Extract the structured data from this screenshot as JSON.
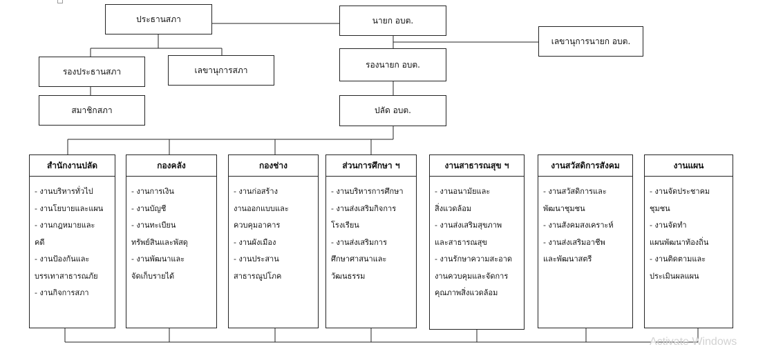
{
  "top": {
    "council_president": "ประธานสภา",
    "mayor": "นายก อบต.",
    "mayor_secretary": "เลขานุการนายก อบต.",
    "vice_council_president": "รองประธานสภา",
    "council_secretary": "เลขานุการสภา",
    "deputy_mayor": "รองนายก อบต.",
    "council_member": "สมาชิกสภา",
    "chief_administrator": "ปลัด อบต."
  },
  "departments": [
    {
      "title": "สำนักงานปลัด",
      "lines": [
        "- งานบริหารทั่วไป",
        "- งานโยบายและแผน",
        "- งานกฎหมายและ",
        "คดี",
        "- งานป้องกันและ",
        "บรรเทาสาธารณภัย",
        "- งานกิจการสภา"
      ]
    },
    {
      "title": "กองคลัง",
      "lines": [
        "- งานการเงิน",
        "- งานบัญชี",
        "- งานทะเบียน",
        "ทรัพย์สินและพัสดุ",
        "- งานพัฒนาและ",
        "จัดเก็บรายได้"
      ]
    },
    {
      "title": "กองช่าง",
      "lines": [
        "- งานก่อสร้าง",
        "งานออกแบบและ",
        "ควบคุมอาคาร",
        "- งานผังเมือง",
        "- งานประสาน",
        "สาธารณูปโภค"
      ]
    },
    {
      "title": "ส่วนการศึกษา ฯ",
      "lines": [
        "- งานบริหารการศึกษา",
        "- งานส่งเสริมกิจการ",
        "โรงเรียน",
        "- งานส่งเสริมการ",
        "ศึกษาศาสนาและ",
        "วัฒนธรรม"
      ]
    },
    {
      "title": "งานสาธารณสุข ฯ",
      "lines": [
        "- งานอนามัยและ",
        "สิ่งแวดล้อม",
        "- งานส่งเสริมสุขภาพ",
        "และสาธารณสุข",
        "- งานรักษาความสะอาด",
        "งานควบคุมและจัดการ",
        "คุณภาพสิ่งแวดล้อม"
      ]
    },
    {
      "title": "งานสวัสดิการสังคม",
      "lines": [
        "- งานสวัสดิการและ",
        "พัฒนาชุมชน",
        "- งานสังคมสงเคราะห์",
        "- งานส่งเสริมอาชีพ",
        "และพัฒนาสตรี"
      ]
    },
    {
      "title": "งานแผน",
      "lines": [
        "- งานจัดประชาคม",
        "ชุมชน",
        "- งานจัดทำ",
        "แผนพัฒนาท้องถิ่น",
        "- งานติดตามและ",
        "ประเมินผลแผน"
      ]
    }
  ],
  "watermark": "Activate Windows"
}
